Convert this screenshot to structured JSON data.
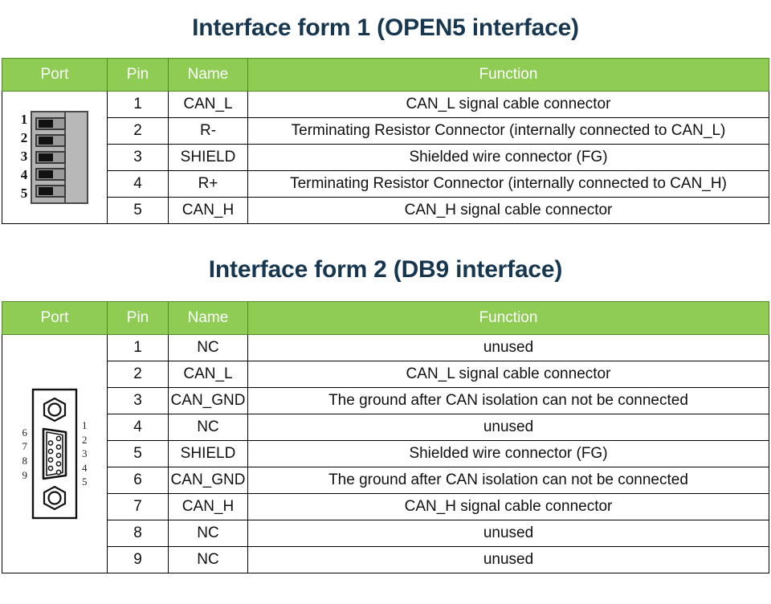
{
  "document": {
    "accent_green": "#8ECC54",
    "title_color": "#16374F",
    "border_color": "#000000"
  },
  "sections": [
    {
      "id": "interface-form-1",
      "title": "Interface form 1 (OPEN5 interface)",
      "connector": {
        "type": "open5-terminal-block",
        "pin_labels": [
          "1",
          "2",
          "3",
          "4",
          "5"
        ]
      },
      "columns": [
        "Port",
        "Pin",
        "Name",
        "Function"
      ],
      "rows": [
        {
          "pin": "1",
          "name": "CAN_L",
          "function": "CAN_L signal cable connector"
        },
        {
          "pin": "2",
          "name": "R-",
          "function": "Terminating Resistor Connector (internally connected to CAN_L)"
        },
        {
          "pin": "3",
          "name": "SHIELD",
          "function": "Shielded wire connector (FG)"
        },
        {
          "pin": "4",
          "name": "R+",
          "function": "Terminating Resistor Connector (internally connected to CAN_H)"
        },
        {
          "pin": "5",
          "name": "CAN_H",
          "function": "CAN_H signal cable connector"
        }
      ]
    },
    {
      "id": "interface-form-2",
      "title": "Interface form 2 (DB9 interface)",
      "connector": {
        "type": "db9-connector",
        "left_pin_labels": [
          "6",
          "7",
          "8",
          "9"
        ],
        "right_pin_labels": [
          "1",
          "2",
          "3",
          "4",
          "5"
        ]
      },
      "columns": [
        "Port",
        "Pin",
        "Name",
        "Function"
      ],
      "rows": [
        {
          "pin": "1",
          "name": "NC",
          "function": "unused"
        },
        {
          "pin": "2",
          "name": "CAN_L",
          "function": "CAN_L signal cable connector"
        },
        {
          "pin": "3",
          "name": "CAN_GND",
          "function": "The ground after CAN isolation can not be connected"
        },
        {
          "pin": "4",
          "name": "NC",
          "function": "unused"
        },
        {
          "pin": "5",
          "name": "SHIELD",
          "function": "Shielded wire connector (FG)"
        },
        {
          "pin": "6",
          "name": "CAN_GND",
          "function": "The ground after CAN isolation can not be connected"
        },
        {
          "pin": "7",
          "name": "CAN_H",
          "function": "CAN_H signal cable connector"
        },
        {
          "pin": "8",
          "name": "NC",
          "function": "unused"
        },
        {
          "pin": "9",
          "name": "NC",
          "function": "unused"
        }
      ]
    }
  ]
}
